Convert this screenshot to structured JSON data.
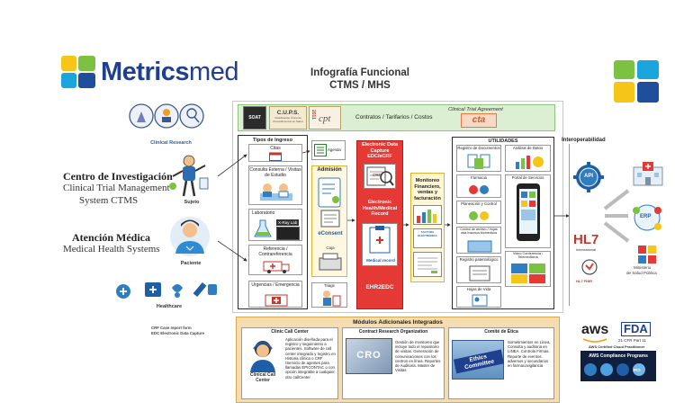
{
  "brand": {
    "logo_text_bold": "Metrics",
    "logo_text_light": "med",
    "logo_colors": [
      "#f5c518",
      "#7cc242",
      "#1aa6dc",
      "#1f4e9c"
    ]
  },
  "header": {
    "title_line1": "Infografía Funcional",
    "title_line2": "CTMS / MHS"
  },
  "left": {
    "clinical_research_label": "Clinical Research",
    "center_title": "Centro de Investigación",
    "center_sub1": "Clinical Trial  Management",
    "center_sub2": "System CTMS",
    "subject_label": "Sujeto",
    "care_title": "Atención Médica",
    "care_sub": "Medical Health Systems",
    "patient_label": "Paciente",
    "healthcare_label": "Healthcare",
    "footnote1": "CRF Case report form",
    "footnote2": "EDC Electronic Data Capture"
  },
  "top_band": {
    "label": "Contratos / Tarifarios / Costos",
    "cups_title": "C.U.P.S.",
    "cups_sub": "Clasificación Única de Procedimientos en Salud",
    "cpt": "cpt",
    "cpt_year": "2011",
    "soat": "SOAT",
    "cta_label": "Clinical Trial Agreement",
    "cta_short": "cta"
  },
  "intake": {
    "title": "Tipos de Ingreso",
    "citas": "Citas",
    "agenda": "Agenda",
    "consulta": "Consulta Externa / Visitas de Estudio",
    "laboratorio": "Laboratorio",
    "rayos": "X-Ray Lab",
    "referencia": "Referencia / Contrareferencia",
    "urgencias": "Urgencias / Emergencia",
    "triage": "Triage"
  },
  "admission": {
    "title": "Admisión",
    "econsent": "eConsent",
    "caja": "Caja"
  },
  "edc": {
    "title": "Electronic Data Capture EDC/eCRF",
    "crf": "CRF",
    "ehr": "Electronic Health/Medical Record",
    "medical_record": "Medical record",
    "ehr2edc": "EHR2EDC"
  },
  "monitor": {
    "title": "Monitoreo Financiero, ventas y facturación",
    "invoice": "FACTURA ELECTRÓNICA"
  },
  "utilities": {
    "title": "UTILIDADES",
    "items": [
      "Registro de Documentos",
      "Análisis de Datos",
      "Farmacia",
      "Planeación y Control",
      "Portal de Servicios",
      "Control de archivo / Hojas vida Insumos biomedicos",
      "Registro patentológico",
      "Video Conferencia / Telemedicina",
      "Hojas de Vida"
    ]
  },
  "interop": {
    "title": "Interoperabilidad",
    "api": "API",
    "hl7": "HL7",
    "hl7_sub": "International",
    "fhir": "HL7 FHIR",
    "minsalud_line1": "Ministerio",
    "minsalud_line2": "de Salud Pública",
    "erp": "ERP"
  },
  "modules": {
    "title": "Módulos Adicionales Integrados",
    "call_center_title": "Clinic Call Center",
    "call_center_label_line1": "Clinical Call",
    "call_center_label_line2": "Center",
    "call_center_text": "Aplicación diseñada para el registro y seguimiento a pacientes. Software de call center integrado y registro en Historia clínica o CRF /Servicio de agentes para llamadas  EPICONTAC o con opción integrable a cualquier  otro callCenter",
    "cro_title": "Contract Research Organization",
    "cro_badge": "CRO",
    "cro_text": "Gestión de monitoreo que incluye todo el repositorio de visitas. Generación de comunicaciones con los centros en línea. Reportes de Auditoria. Master de Visitas",
    "ethics_title": "Comité de Ética",
    "ethics_sign": "Ethics Committee",
    "ethics_text": "Sometimientos en Línea, Consulta y auditoria en LINEA. Controla Firmas. Reporte de eventos adversos y secundarios en farmacovigilancia"
  },
  "certs": {
    "aws": "aws",
    "fda": "FDA",
    "cfr": "21 CFR Part 11",
    "aws_cert": "AWS Certified Cloud Practitioner",
    "aws_programs": "AWS Compliance Programs",
    "pci": "PCI"
  }
}
